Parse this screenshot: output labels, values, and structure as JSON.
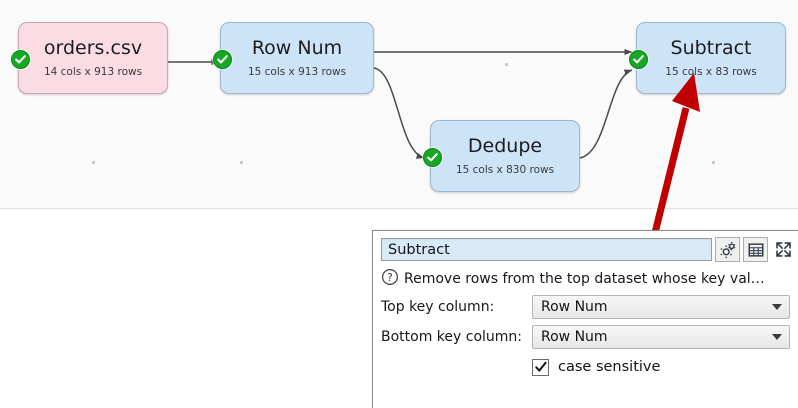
{
  "canvas": {
    "nodes": [
      {
        "id": "orders",
        "title": "orders.csv",
        "subtitle": "14 cols x 913 rows",
        "status_icon": "check-circle-icon",
        "color": "#fbdce4"
      },
      {
        "id": "rownum",
        "title": "Row Num",
        "subtitle": "15 cols x 913 rows",
        "status_icon": "check-circle-icon",
        "color": "#cde3f8"
      },
      {
        "id": "dedupe",
        "title": "Dedupe",
        "subtitle": "15 cols x 830 rows",
        "status_icon": "check-circle-icon",
        "color": "#cde3f8"
      },
      {
        "id": "subtract",
        "title": "Subtract",
        "subtitle": "15 cols x 83 rows",
        "status_icon": "check-circle-icon",
        "color": "#cde3f8"
      }
    ],
    "annotation_arrow_color": "#c00000"
  },
  "panel": {
    "title_value": "Subtract",
    "toolbar": [
      {
        "name": "gears-icon",
        "label": "gears-icon"
      },
      {
        "name": "table-icon",
        "label": "table-icon"
      },
      {
        "name": "expand-icon",
        "label": "expand-icon"
      }
    ],
    "help_icon": "question-circle-icon",
    "help_text": "Remove rows from the top dataset whose key val…",
    "fields": [
      {
        "label": "Top key column:",
        "value": "Row Num"
      },
      {
        "label": "Bottom key column:",
        "value": "Row Num"
      }
    ],
    "checkbox": {
      "label": "case sensitive",
      "checked": true,
      "mark": "✓"
    }
  }
}
